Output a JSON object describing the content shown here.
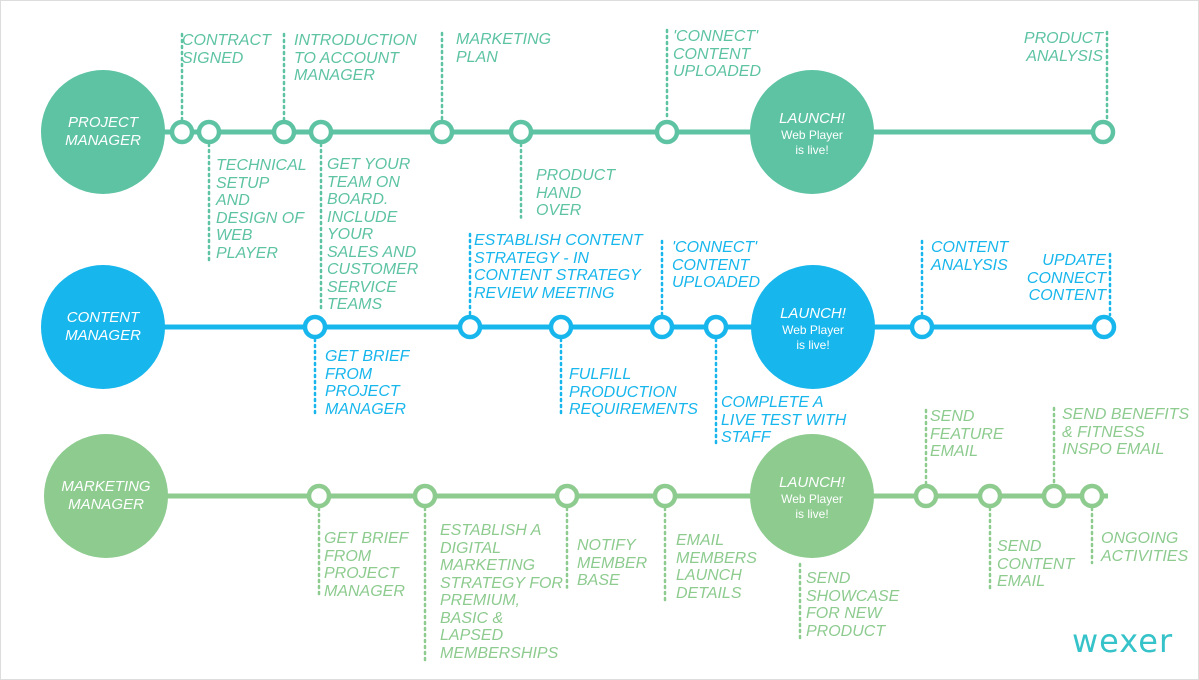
{
  "brand": {
    "name": "wexer"
  },
  "colors": {
    "project": "#5dc3a3",
    "content": "#17b6ec",
    "marketing": "#8dcb8f",
    "brand": "#35c3c9",
    "border": "#dddddd"
  },
  "launch": {
    "title": "LAUNCH!",
    "subtitle": "Web Player\nis live!"
  },
  "lanes": [
    {
      "id": "project",
      "role": "PROJECT\nMANAGER",
      "milestones": [
        {
          "label": "CONTRACT\nSIGNED",
          "side": "top"
        },
        {
          "label": "TECHNICAL\nSETUP\nAND\nDESIGN OF\nWEB\nPLAYER",
          "side": "bottom"
        },
        {
          "label": "INTRODUCTION\nTO ACCOUNT\nMANAGER",
          "side": "top"
        },
        {
          "label": "GET YOUR\nTEAM ON\nBOARD.\nINCLUDE\nYOUR\nSALES AND\nCUSTOMER\nSERVICE\nTEAMS",
          "side": "bottom"
        },
        {
          "label": "MARKETING\nPLAN",
          "side": "top"
        },
        {
          "label": "PRODUCT\nHAND\nOVER",
          "side": "bottom"
        },
        {
          "label": "'CONNECT'\nCONTENT\nUPLOADED",
          "side": "top"
        },
        {
          "label": "PRODUCT\nANALYSIS",
          "side": "top"
        }
      ]
    },
    {
      "id": "content",
      "role": "CONTENT\nMANAGER",
      "milestones": [
        {
          "label": "GET BRIEF\nFROM\nPROJECT\nMANAGER",
          "side": "bottom"
        },
        {
          "label": "ESTABLISH CONTENT\nSTRATEGY - IN\nCONTENT STRATEGY\nREVIEW MEETING",
          "side": "top"
        },
        {
          "label": "FULFILL\nPRODUCTION\nREQUIREMENTS",
          "side": "bottom"
        },
        {
          "label": "'CONNECT'\nCONTENT\nUPLOADED",
          "side": "top"
        },
        {
          "label": "COMPLETE A\nLIVE TEST WITH\nSTAFF",
          "side": "bottom"
        },
        {
          "label": "CONTENT\nANALYSIS",
          "side": "top"
        },
        {
          "label": "UPDATE\nCONNECT\nCONTENT",
          "side": "top"
        }
      ]
    },
    {
      "id": "marketing",
      "role": "MARKETING\nMANAGER",
      "milestones": [
        {
          "label": "GET BRIEF\nFROM\nPROJECT\nMANAGER",
          "side": "bottom"
        },
        {
          "label": "ESTABLISH A\nDIGITAL\nMARKETING\nSTRATEGY FOR\nPREMIUM,\nBASIC &\nLAPSED\nMEMBERSHIPS",
          "side": "bottom"
        },
        {
          "label": "NOTIFY\nMEMBER\nBASE",
          "side": "bottom"
        },
        {
          "label": "EMAIL\nMEMBERS\nLAUNCH\nDETAILS",
          "side": "bottom"
        },
        {
          "label": "SEND\nSHOWCASE\nFOR NEW\nPRODUCT",
          "side": "bottom"
        },
        {
          "label": "SEND\nFEATURE\nEMAIL",
          "side": "top"
        },
        {
          "label": "SEND\nCONTENT\nEMAIL",
          "side": "bottom"
        },
        {
          "label": "SEND BENEFITS\n& FITNESS\nINSPO EMAIL",
          "side": "top"
        },
        {
          "label": "ONGOING\nACTIVITIES",
          "side": "bottom"
        }
      ]
    }
  ]
}
